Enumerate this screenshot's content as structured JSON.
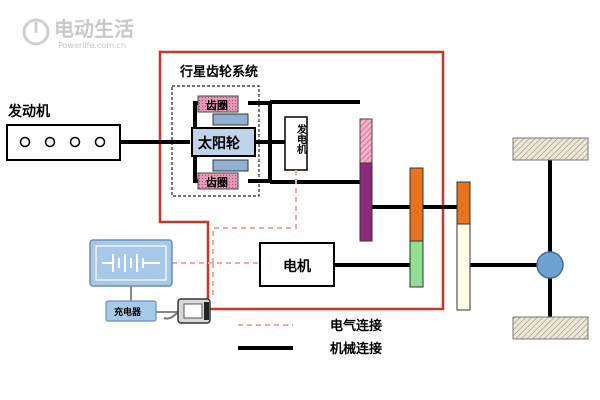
{
  "watermark": {
    "title": "电动生活",
    "subtitle": "Powerlife.com.cn"
  },
  "labels": {
    "engine": "发动机",
    "planetary_system": "行星齿轮系统",
    "ring_top": "齿圈",
    "ring_bottom": "齿圈",
    "sun_gear": "太阳轮",
    "generator": "发电机",
    "motor": "电机",
    "charger": "充电器"
  },
  "legend": {
    "electrical": "电气连接",
    "mechanical": "机械连接"
  },
  "colors": {
    "frame_red": "#c0392b",
    "shaft_black": "#000000",
    "electric_pink": "#f4a9a0",
    "gear_blue": "#bfd4ea",
    "gear_purple": "#8e2a7a",
    "gear_pink_hatch": "#e87aa8",
    "gear_orange": "#e8731f",
    "gear_green": "#8fe08f",
    "hub_blue": "#6fa3cf",
    "battery_blue": "#a8c8e8"
  }
}
